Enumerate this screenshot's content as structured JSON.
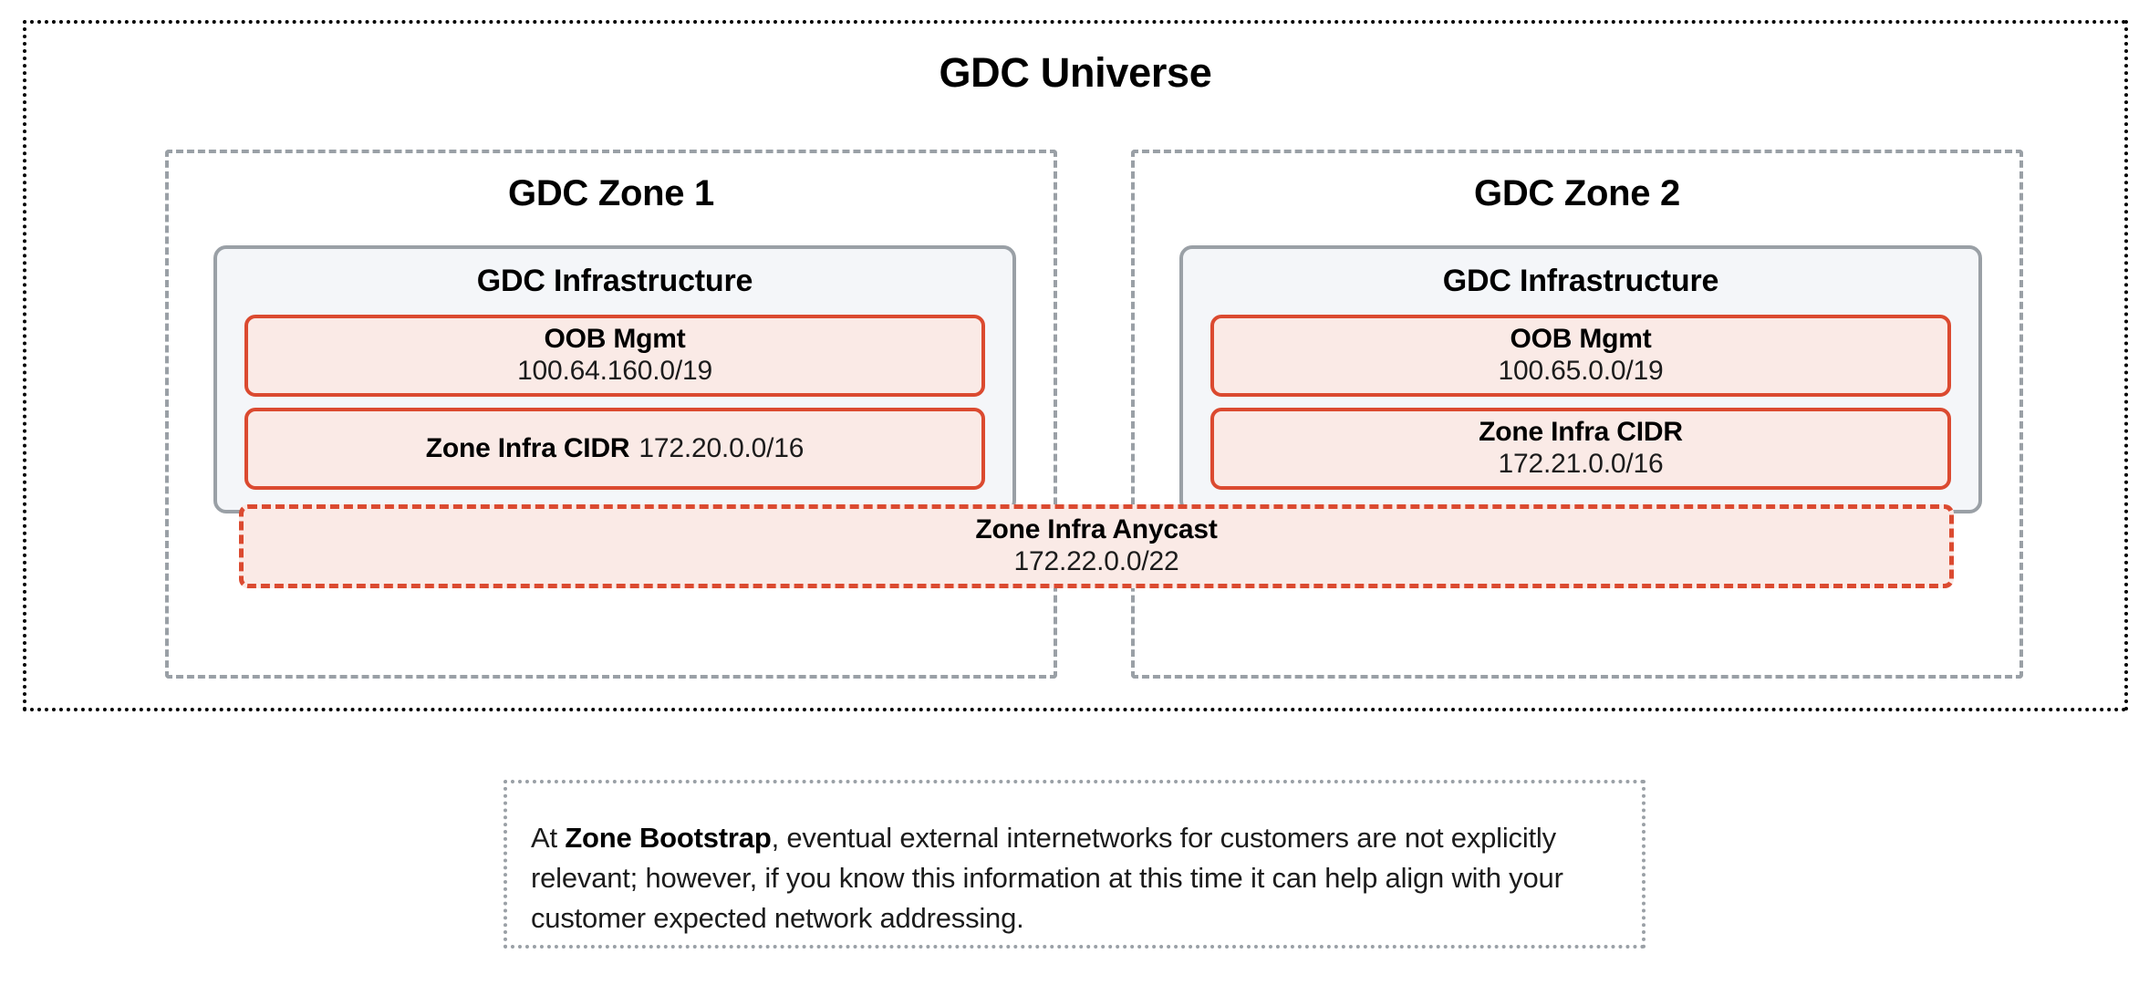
{
  "diagram": {
    "title": "GDC Universe",
    "colors": {
      "accent_red": "#db4a30",
      "accent_red_fill": "#faeae6",
      "panel_border_gray": "#9aa0a6",
      "panel_fill": "#f4f6f9",
      "universe_border": "#000000",
      "text": "#000000"
    },
    "zones": [
      {
        "title": "GDC Zone 1",
        "infra_title": "GDC Infrastructure",
        "blocks": [
          {
            "label": "OOB Mgmt",
            "value": "100.64.160.0/19",
            "layout": "stacked"
          },
          {
            "label": "Zone Infra CIDR",
            "value": "172.20.0.0/16",
            "layout": "inline"
          }
        ]
      },
      {
        "title": "GDC Zone 2",
        "infra_title": "GDC Infrastructure",
        "blocks": [
          {
            "label": "OOB Mgmt",
            "value": "100.65.0.0/19",
            "layout": "stacked"
          },
          {
            "label": "Zone Infra CIDR",
            "value": "172.21.0.0/16",
            "layout": "stacked"
          }
        ]
      }
    ],
    "anycast": {
      "label": "Zone Infra Anycast",
      "value": "172.22.0.0/22"
    },
    "note": {
      "lead": "At ",
      "bold": "Zone Bootstrap",
      "rest": ", eventual external internetworks for customers are not explicitly relevant; however, if you know this information at this time it can help align with your customer expected network addressing."
    }
  }
}
